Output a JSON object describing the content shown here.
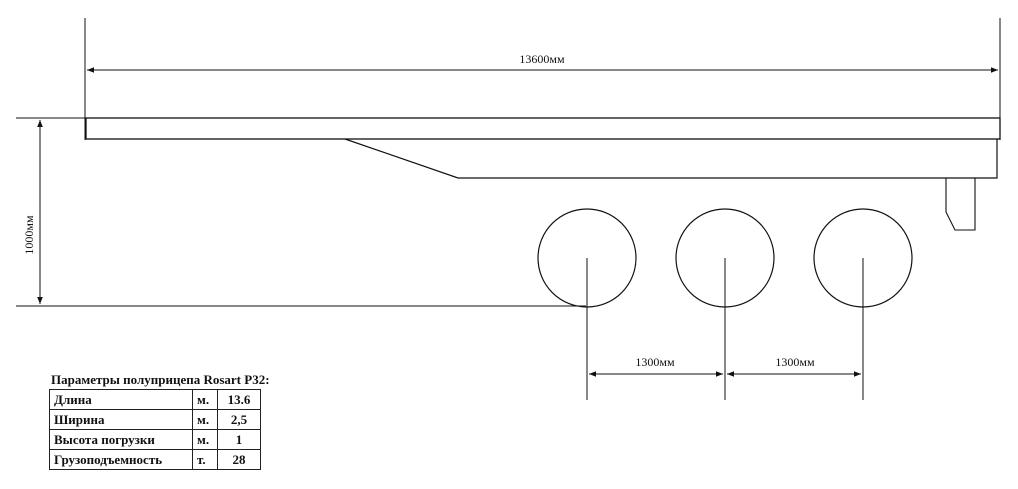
{
  "dimensions": {
    "length": "13600мм",
    "height": "1000мм",
    "axle_spacing_1": "1300мм",
    "axle_spacing_2": "1300мм"
  },
  "params": {
    "title": "Параметры полуприцепа Rosart P32:",
    "rows": [
      {
        "label": "Длина",
        "unit": "м.",
        "value": "13.6"
      },
      {
        "label": "Ширина",
        "unit": "м.",
        "value": "2,5"
      },
      {
        "label": "Высота погрузки",
        "unit": "м.",
        "value": "1"
      },
      {
        "label": "Грузоподъемность",
        "unit": "т.",
        "value": "28"
      }
    ]
  },
  "colors": {
    "line": "#111111",
    "background": "#ffffff"
  },
  "icons": {
    "arrowhead": "arrow-icon"
  }
}
